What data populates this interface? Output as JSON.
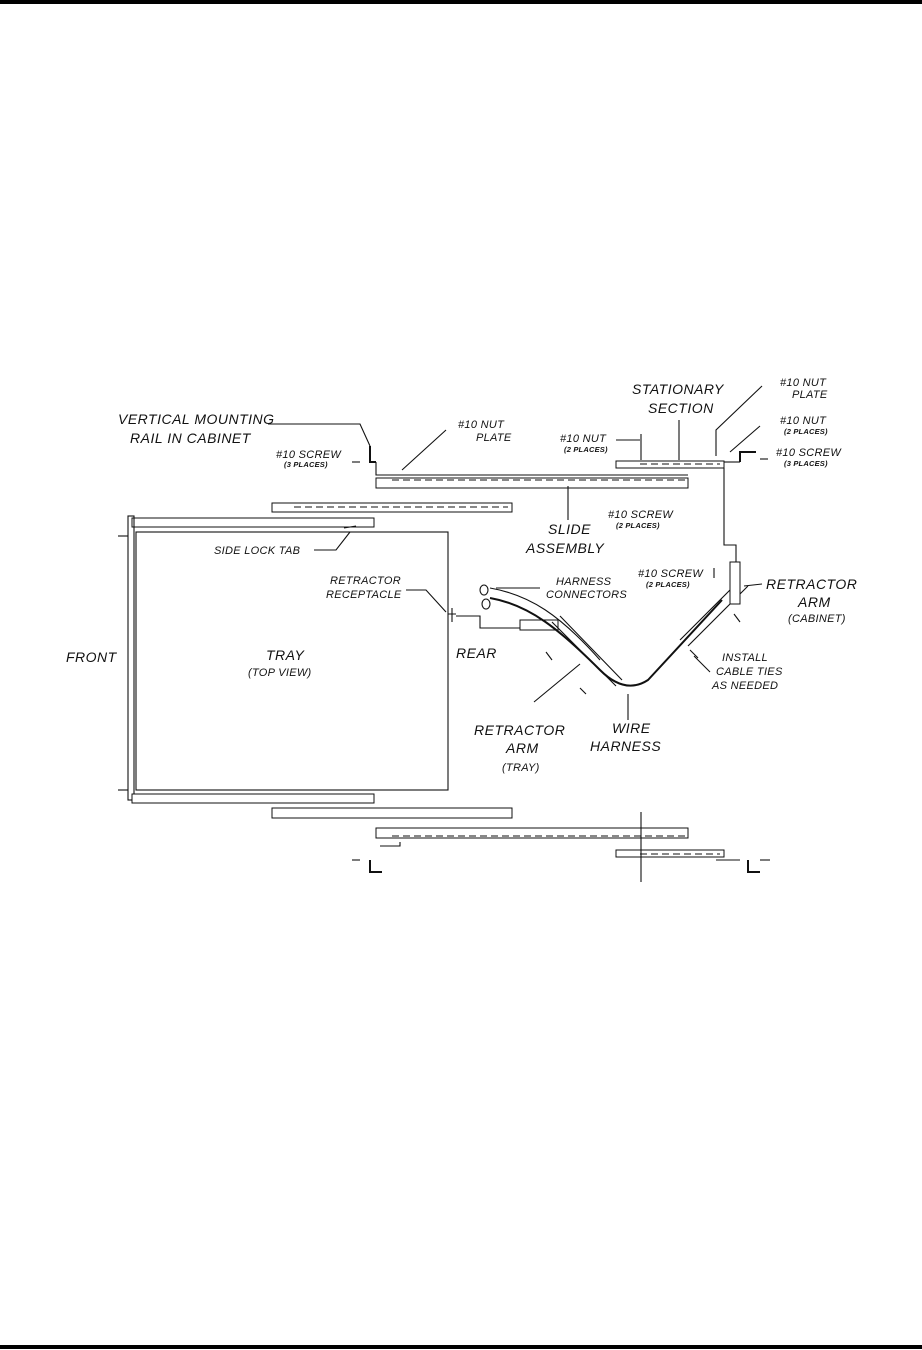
{
  "labels": {
    "vertical_rail_1": "VERTICAL MOUNTING",
    "vertical_rail_2": "RAIL IN CABINET",
    "screw10_a": "#10 SCREW",
    "screw10_a_places": "(3 PLACES)",
    "nut_plate_a_1": "#10 NUT",
    "nut_plate_a_2": "PLATE",
    "nut10_mid": "#10 NUT",
    "nut10_mid_places": "(2 PLACES)",
    "stationary_1": "STATIONARY",
    "stationary_2": "SECTION",
    "nut_plate_b_1": "#10 NUT",
    "nut_plate_b_2": "PLATE",
    "nut10_right": "#10 NUT",
    "nut10_right_places": "(2 PLACES)",
    "screw10_right": "#10 SCREW",
    "screw10_right_places": "(3 PLACES)",
    "screw10_mid": "#10 SCREW",
    "screw10_mid_places": "(2 PLACES)",
    "slide_1": "SLIDE",
    "slide_2": "ASSEMBLY",
    "side_lock_tab": "SIDE LOCK TAB",
    "retractor_receptacle_1": "RETRACTOR",
    "retractor_receptacle_2": "RECEPTACLE",
    "harness_connectors_1": "HARNESS",
    "harness_connectors_2": "CONNECTORS",
    "screw10_arm": "#10 SCREW",
    "screw10_arm_places": "(2 PLACES)",
    "retractor_cab_1": "RETRACTOR",
    "retractor_cab_2": "ARM",
    "retractor_cab_3": "(CABINET)",
    "front": "FRONT",
    "tray": "TRAY",
    "tray_view": "(TOP VIEW)",
    "rear": "REAR",
    "install_1": "INSTALL",
    "install_2": "CABLE TIES",
    "install_3": "AS NEEDED",
    "retractor_tray_1": "RETRACTOR",
    "retractor_tray_2": "ARM",
    "retractor_tray_3": "(TRAY)",
    "wire_1": "WIRE",
    "wire_2": "HARNESS"
  }
}
